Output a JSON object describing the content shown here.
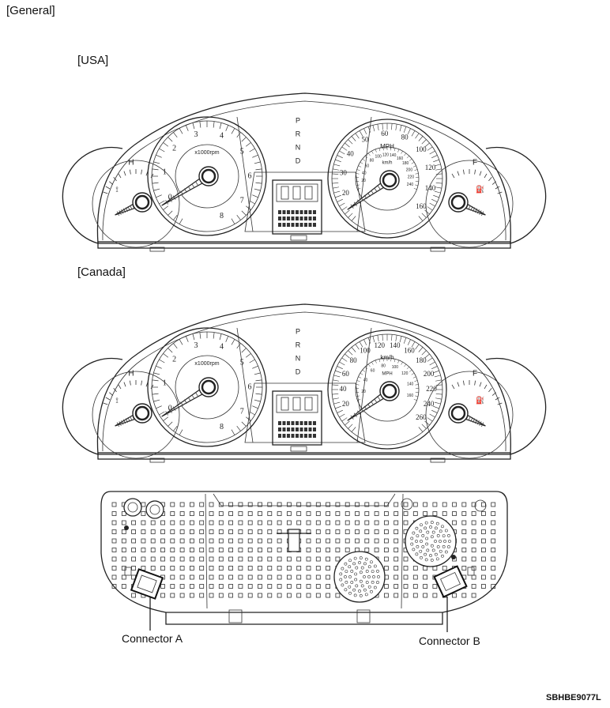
{
  "section_label": "[General]",
  "usa": {
    "label": "[USA]",
    "tach_unit": "x1000rpm",
    "tach_ticks": [
      "0",
      "1",
      "2",
      "3",
      "4",
      "5",
      "6",
      "7",
      "8"
    ],
    "gear_letters": [
      "P",
      "R",
      "N",
      "D"
    ],
    "speed_unit": "MPH",
    "speed_inner_unit": "km/h",
    "speed_outer_ticks": [
      "20",
      "30",
      "40",
      "50",
      "60",
      "80",
      "100",
      "120",
      "140",
      "160"
    ],
    "speed_inner_ticks": [
      "20",
      "40",
      "60",
      "80",
      "100",
      "120",
      "140",
      "160",
      "180",
      "200",
      "220",
      "240"
    ],
    "temp_letter": "H",
    "fuel_letter": "F"
  },
  "canada": {
    "label": "[Canada]",
    "tach_unit": "x1000rpm",
    "tach_ticks": [
      "0",
      "1",
      "2",
      "3",
      "4",
      "5",
      "6",
      "7",
      "8"
    ],
    "gear_letters": [
      "P",
      "R",
      "N",
      "D"
    ],
    "speed_unit": "km/h",
    "speed_inner_unit": "MPH",
    "speed_outer_ticks": [
      "20",
      "40",
      "60",
      "80",
      "100",
      "120",
      "140",
      "160",
      "180",
      "200",
      "220",
      "240",
      "260"
    ],
    "speed_inner_ticks": [
      "20",
      "40",
      "60",
      "80",
      "100",
      "120",
      "140",
      "160"
    ],
    "temp_letter": "H",
    "fuel_letter": "F"
  },
  "rear": {
    "connector_a": "Connector A",
    "connector_b": "Connector B"
  },
  "figure_code": "SBHBE9077L"
}
